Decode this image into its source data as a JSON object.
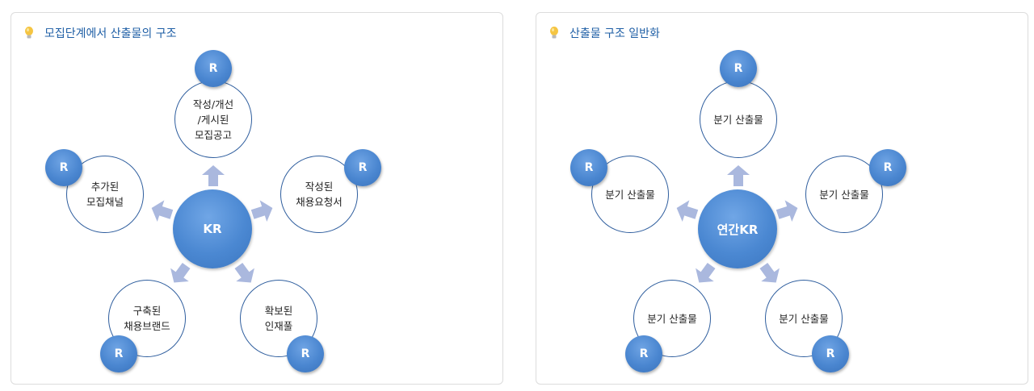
{
  "left_panel": {
    "title": "모집단계에서 산출물의 구조",
    "center_label": "KR",
    "badge_label": "R",
    "nodes": [
      {
        "label": "작성/개선\n/게시된\n모집공고"
      },
      {
        "label": "작성된\n채용요청서"
      },
      {
        "label": "확보된\n인재풀"
      },
      {
        "label": "구축된\n채용브랜드"
      },
      {
        "label": "추가된\n모집채널"
      }
    ]
  },
  "right_panel": {
    "title": "산출물 구조 일반화",
    "center_label": "연간KR",
    "badge_label": "R",
    "nodes": [
      {
        "label": "분기 산출물"
      },
      {
        "label": "분기 산출물"
      },
      {
        "label": "분기 산출물"
      },
      {
        "label": "분기 산출물"
      },
      {
        "label": "분기 산출물"
      }
    ]
  },
  "icons": {
    "title_icon": "lightbulb-icon"
  },
  "colors": {
    "title": "#1f5fa6",
    "badge": "#4a86d0",
    "arrow": "#aab8de",
    "node_border": "#2f5e9e"
  }
}
